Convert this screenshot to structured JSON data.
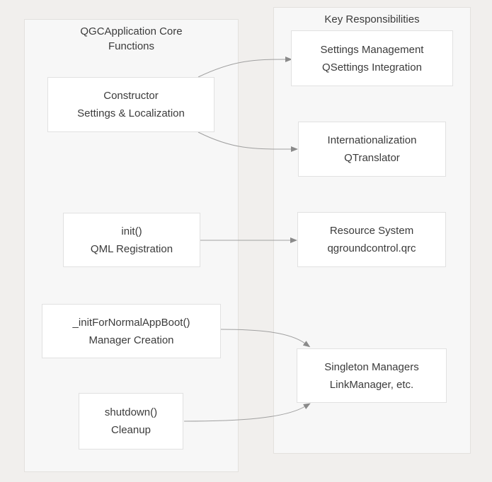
{
  "diagram": {
    "left_group": {
      "title": "QGCApplication Core Functions",
      "nodes": {
        "constructor": {
          "line1": "Constructor",
          "line2": "Settings & Localization"
        },
        "init": {
          "line1": "init()",
          "line2": "QML Registration"
        },
        "init_for_normal_app_boot": {
          "line1": "_initForNormalAppBoot()",
          "line2": "Manager Creation"
        },
        "shutdown": {
          "line1": "shutdown()",
          "line2": "Cleanup"
        }
      }
    },
    "right_group": {
      "title": "Key Responsibilities",
      "nodes": {
        "settings_management": {
          "line1": "Settings Management",
          "line2": "QSettings Integration"
        },
        "internationalization": {
          "line1": "Internationalization",
          "line2": "QTranslator"
        },
        "resource_system": {
          "line1": "Resource System",
          "line2": "qgroundcontrol.qrc"
        },
        "singleton_managers": {
          "line1": "Singleton Managers",
          "line2": "LinkManager, etc."
        }
      }
    },
    "edges": [
      {
        "from": "constructor",
        "to": "settings_management"
      },
      {
        "from": "constructor",
        "to": "internationalization"
      },
      {
        "from": "init",
        "to": "resource_system"
      },
      {
        "from": "init_for_normal_app_boot",
        "to": "singleton_managers"
      },
      {
        "from": "shutdown",
        "to": "singleton_managers"
      }
    ],
    "colors": {
      "canvas_bg": "#f1efed",
      "group_bg": "#f7f7f7",
      "group_border": "#e3e1de",
      "node_bg": "#ffffff",
      "node_border": "#e1e1e1",
      "text": "#3b3b3b",
      "edge_line": "#a0a0a0",
      "arrowhead": "#8a8a8a"
    }
  }
}
